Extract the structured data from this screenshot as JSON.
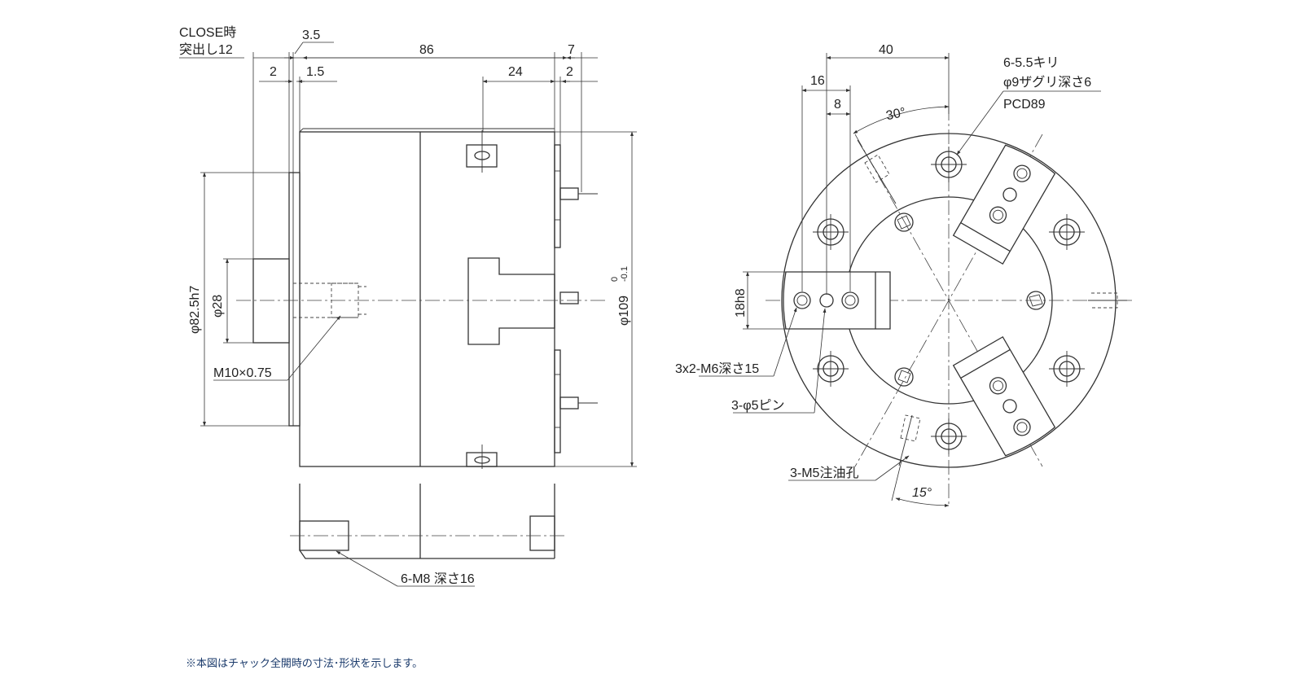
{
  "side_view": {
    "close_note_line1": "CLOSE時",
    "close_note_line2": "突出し12",
    "dim_3_5": "3.5",
    "dim_86": "86",
    "dim_7": "7",
    "dim_2_left": "2",
    "dim_1_5": "1.5",
    "dim_24": "24",
    "dim_2_right": "2",
    "dia_82_5": "φ82.5h7",
    "dia_28": "φ28",
    "dia_109": "φ109",
    "tol_upper": "0",
    "tol_lower": "-0.1",
    "thread_note": "M10×0.75"
  },
  "bottom_view": {
    "hole_note": "6-M8 深さ16"
  },
  "front_view": {
    "dim_40": "40",
    "dim_16": "16",
    "dim_8": "8",
    "angle_30": "30°",
    "angle_15": "15°",
    "drill_note_1": "6-5.5キリ",
    "drill_note_2": "φ9ザグリ深さ6",
    "pcd_note": "PCD89",
    "dim_18h8": "18h8",
    "tap_note": "3x2-M6深さ15",
    "pin_note": "3-φ5ピン",
    "oil_note": "3-M5注油孔"
  },
  "footnote": "※本図はチャック全開時の寸法･形状を示します。"
}
